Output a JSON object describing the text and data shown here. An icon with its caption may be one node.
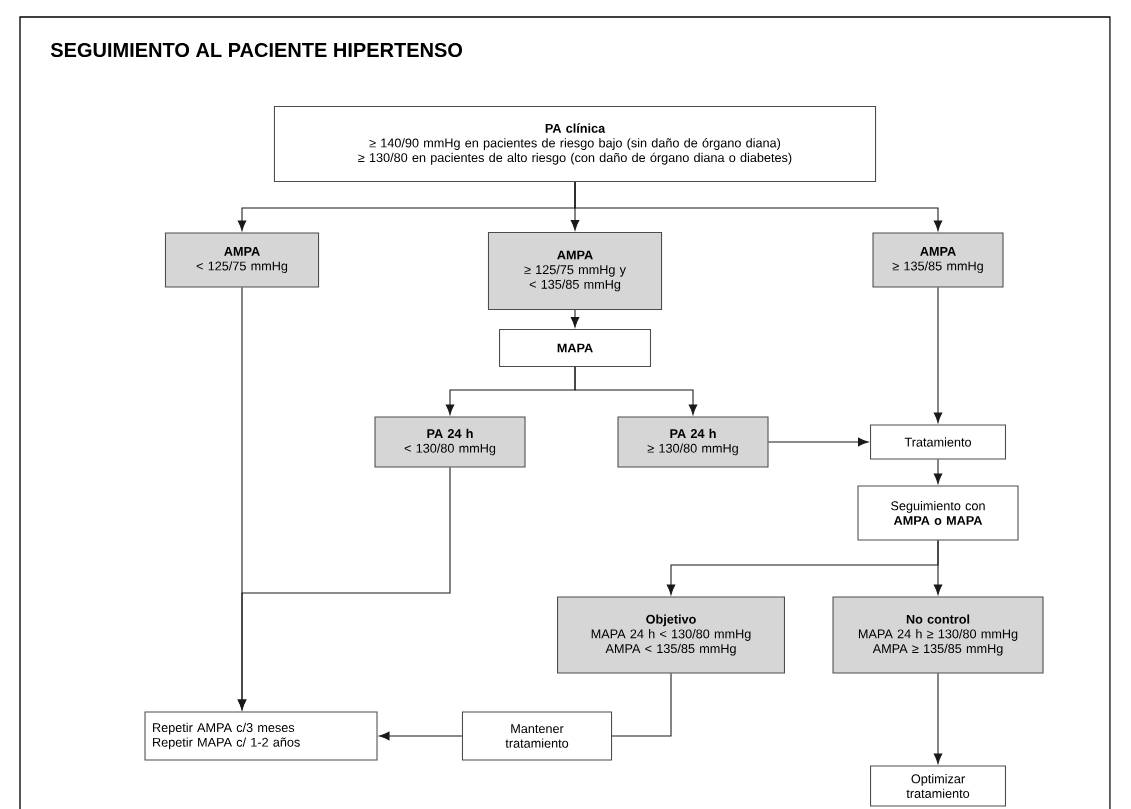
{
  "diagram": {
    "title": "SEGUIMIENTO AL PACIENTE HIPERTENSO",
    "nodes": [
      {
        "text": [
          "PA clínica",
          "≥ 140/90 mmHg en pacientes de riesgo bajo (sin daño de órgano diana)",
          "≥ 130/80 en pacientes de alto riesgo (con daño de órgano diana o diabetes)"
        ]
      },
      {
        "text": [
          "AMPA",
          "< 125/75 mmHg"
        ]
      },
      {
        "text": [
          "AMPA",
          "≥ 125/75 mmHg y < 135/85 mmHg"
        ]
      },
      {
        "text": [
          "AMPA",
          "≥ 135/85 mmHg"
        ]
      },
      {
        "text": [
          "MAPA"
        ]
      },
      {
        "text": [
          "PA 24 h",
          "< 130/80 mmHg"
        ]
      },
      {
        "text": [
          "PA 24 h",
          "≥ 130/80 mmHg"
        ]
      },
      {
        "text": [
          "Tratamiento"
        ]
      },
      {
        "text": [
          "Seguimiento con **AMPA o MAPA**"
        ]
      },
      {
        "text": [
          "Objetivo",
          "MAPA 24 h < 130/80 mmHg",
          "AMPA < 135/85 mmHg"
        ]
      },
      {
        "text": [
          "No control",
          "MAPA 24 h ≥ 130/80 mmHg",
          "AMPA ≥ 135/85 mmHg"
        ]
      },
      {
        "text": [
          "Repetir AMPA c/3 meses",
          "Repetir MAPA c/ 1-2 años"
        ]
      },
      {
        "text": [
          "Mantener tratamiento"
        ]
      },
      {
        "text": [
          "Optimizar tratamiento"
        ]
      }
    ],
    "edges": [
      {
        "from": 0,
        "to": 1,
        "arrow": "to"
      },
      {
        "from": 0,
        "to": 2,
        "arrow": "to"
      },
      {
        "from": 0,
        "to": 3,
        "arrow": "to"
      },
      {
        "from": 2,
        "to": 4,
        "arrow": "to"
      },
      {
        "from": 4,
        "to": 5,
        "arrow": "to"
      },
      {
        "from": 4,
        "to": 6,
        "arrow": "to"
      },
      {
        "from": 3,
        "to": 7,
        "arrow": "to"
      },
      {
        "from": 6,
        "to": 7,
        "arrow": "to"
      },
      {
        "from": 7,
        "to": 8,
        "arrow": "to"
      },
      {
        "from": 8,
        "to": 9,
        "arrow": "to"
      },
      {
        "from": 8,
        "to": 10,
        "arrow": "to"
      },
      {
        "from": 1,
        "to": 11,
        "arrow": "to"
      },
      {
        "from": 5,
        "to": 11,
        "arrow": "to"
      },
      {
        "from": 9,
        "to": 12,
        "arrow": "none"
      },
      {
        "from": 12,
        "to": 11,
        "arrow": "to"
      },
      {
        "from": 10,
        "to": 13,
        "arrow": "to"
      }
    ]
  }
}
